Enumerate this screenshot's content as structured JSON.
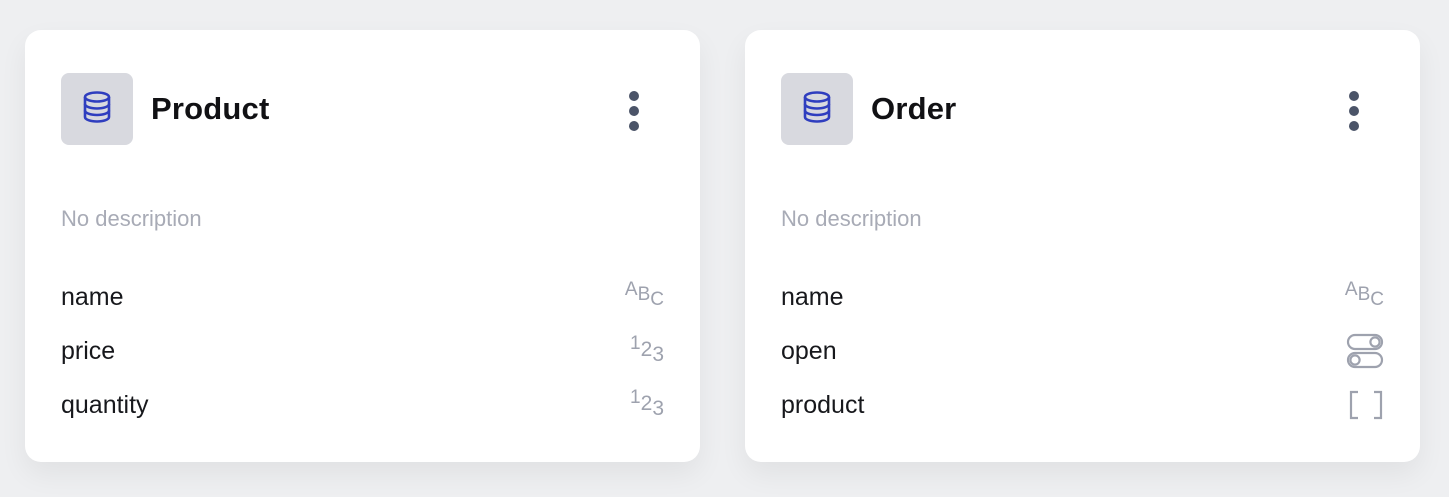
{
  "models": [
    {
      "title": "Product",
      "description": "No description",
      "icon": "database-icon",
      "menu_icon": "kebab-menu-icon",
      "fields": [
        {
          "name": "name",
          "type": "text",
          "type_glyph": "ABC"
        },
        {
          "name": "price",
          "type": "number",
          "type_glyph": "123"
        },
        {
          "name": "quantity",
          "type": "number",
          "type_glyph": "123"
        }
      ]
    },
    {
      "title": "Order",
      "description": "No description",
      "icon": "database-icon",
      "menu_icon": "kebab-menu-icon",
      "fields": [
        {
          "name": "name",
          "type": "text",
          "type_glyph": "ABC"
        },
        {
          "name": "open",
          "type": "boolean",
          "type_glyph": "toggle"
        },
        {
          "name": "product",
          "type": "list",
          "type_glyph": "brackets"
        }
      ]
    }
  ],
  "colors": {
    "background": "#eeeff1",
    "card": "#ffffff",
    "icon_tile": "#d8d9df",
    "database_icon": "#2f3ebf",
    "kebab": "#4b5468",
    "muted_text": "#a8abb6",
    "type_icon": "#9ea2ae"
  }
}
